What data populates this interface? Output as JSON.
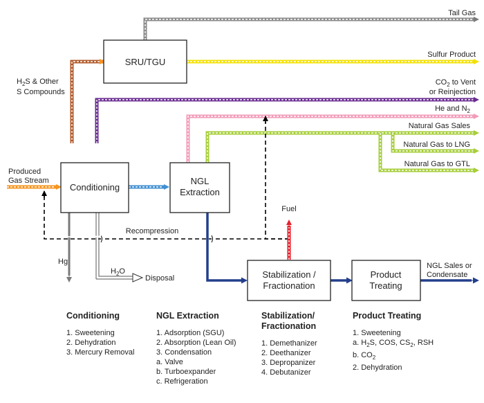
{
  "boxes": {
    "sru": "SRU/TGU",
    "conditioning": "Conditioning",
    "ngl_line1": "NGL",
    "ngl_line2": "Extraction",
    "stab_line1": "Stabilization /",
    "stab_line2": "Fractionation",
    "product_line1": "Product",
    "product_line2": "Treating"
  },
  "labels": {
    "tail_gas": "Tail Gas",
    "sulfur_product": "Sulfur Product",
    "co2_vent_main": "CO",
    "co2_vent_sub": "2",
    "co2_vent_rest": " to Vent",
    "co2_vent_line2": "or Reinjection",
    "he_n2_main": "He and N",
    "he_n2_sub": "2",
    "natural_gas_sales": "Natural Gas Sales",
    "natural_gas_lng": "Natural Gas to LNG",
    "natural_gas_gtl": "Natural Gas to GTL",
    "h2s_h": "H",
    "h2s_sub": "2",
    "h2s_rest": "S & Other",
    "h2s_line2": "S Compounds",
    "produced_line1": "Produced",
    "produced_line2": "Gas Stream",
    "fuel": "Fuel",
    "recompression": "Recompression",
    "hg": "Hg",
    "h2o_h": "H",
    "h2o_sub": "2",
    "h2o_rest": "O",
    "disposal": "Disposal",
    "ngl_sales_line1": "NGL Sales or",
    "ngl_sales_line2": "Condensate"
  },
  "columns": {
    "conditioning": {
      "title": "Conditioning",
      "items": [
        "1.   Sweetening",
        "2.   Dehydration",
        "3.   Mercury Removal"
      ]
    },
    "ngl": {
      "title": "NGL Extraction",
      "items": [
        "1.   Adsorption (SGU)",
        "2.   Absorption (Lean Oil)",
        "3.   Condensation"
      ],
      "subitems": [
        "a.  Valve",
        "b.  Turboexpander",
        "c.  Refrigeration"
      ]
    },
    "stab": {
      "title_line1": "Stabilization/",
      "title_line2": "Fractionation",
      "items": [
        "1.   Demethanizer",
        "2.   Deethanizer",
        "3.   Depropanizer",
        "4.   Debutanizer"
      ]
    },
    "product": {
      "title": "Product Treating",
      "item1": "1.   Sweetening",
      "sub_a_prefix": "a.  H",
      "sub_a_sub1": "2",
      "sub_a_mid": "S, COS, CS",
      "sub_a_sub2": "2",
      "sub_a_end": ", RSH",
      "sub_b_prefix": "b.  CO",
      "sub_b_sub": "2",
      "item2": "2.   Dehydration"
    }
  },
  "colors": {
    "tail_gas": "#8a8a8a",
    "sulfur": "#f2e000",
    "co2": "#6a2c91",
    "he_n2": "#f29bb8",
    "natural_gas": "#a6ce39",
    "h2s": "#b05a2a",
    "produced": "#f7941d",
    "conditioned": "#3f8fd2",
    "fuel": "#e4202a",
    "ngl": "#233e8b",
    "hg": "#7a7a7a",
    "recompression": "#000000"
  }
}
